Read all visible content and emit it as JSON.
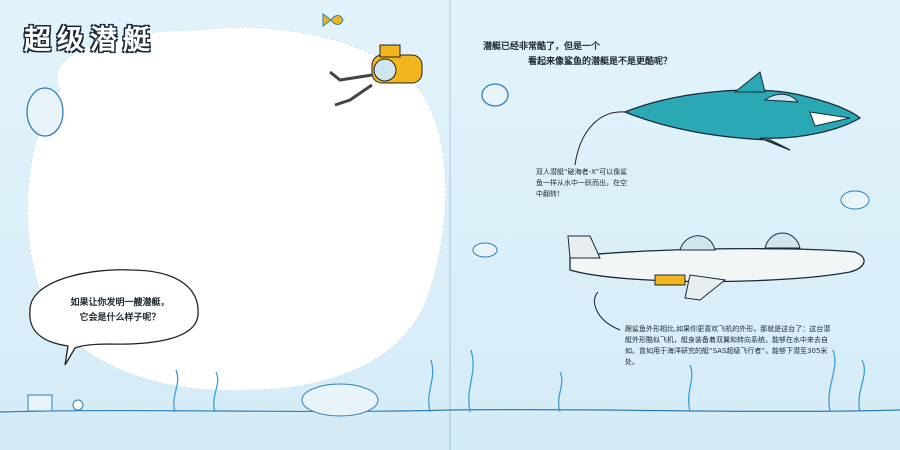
{
  "page": {
    "title": "超级潜艇",
    "intro_line1": "潜艇已经非常酷了，但是一个",
    "intro_line2": "看起来像鲨鱼的潜艇是不是更酷呢？",
    "caption_shark": "双人潜艇“破海者-X”可以像鲨鱼一样从水中一跃而出，在空中翻转！",
    "caption_plane": "跟鲨鱼外形相比,如果你更喜欢飞机的外形，那就是这台了：这台潜艇外形酷似飞机，艇身装备着双翼和转向系统，能够在水中来去自如。曾如用于海洋研究的艇“SAS超级飞行者”，能够下潜至305米处。",
    "speech_bubble_line1": "如果让你发明一艘潜艇，",
    "speech_bubble_line2": "它会是什么样子呢？"
  },
  "colors": {
    "water": "#d9eef8",
    "shark": "#2aa9b5",
    "sub_yellow": "#f2b51d",
    "ink": "#1a2a3a",
    "line": "#3a9fd6"
  }
}
